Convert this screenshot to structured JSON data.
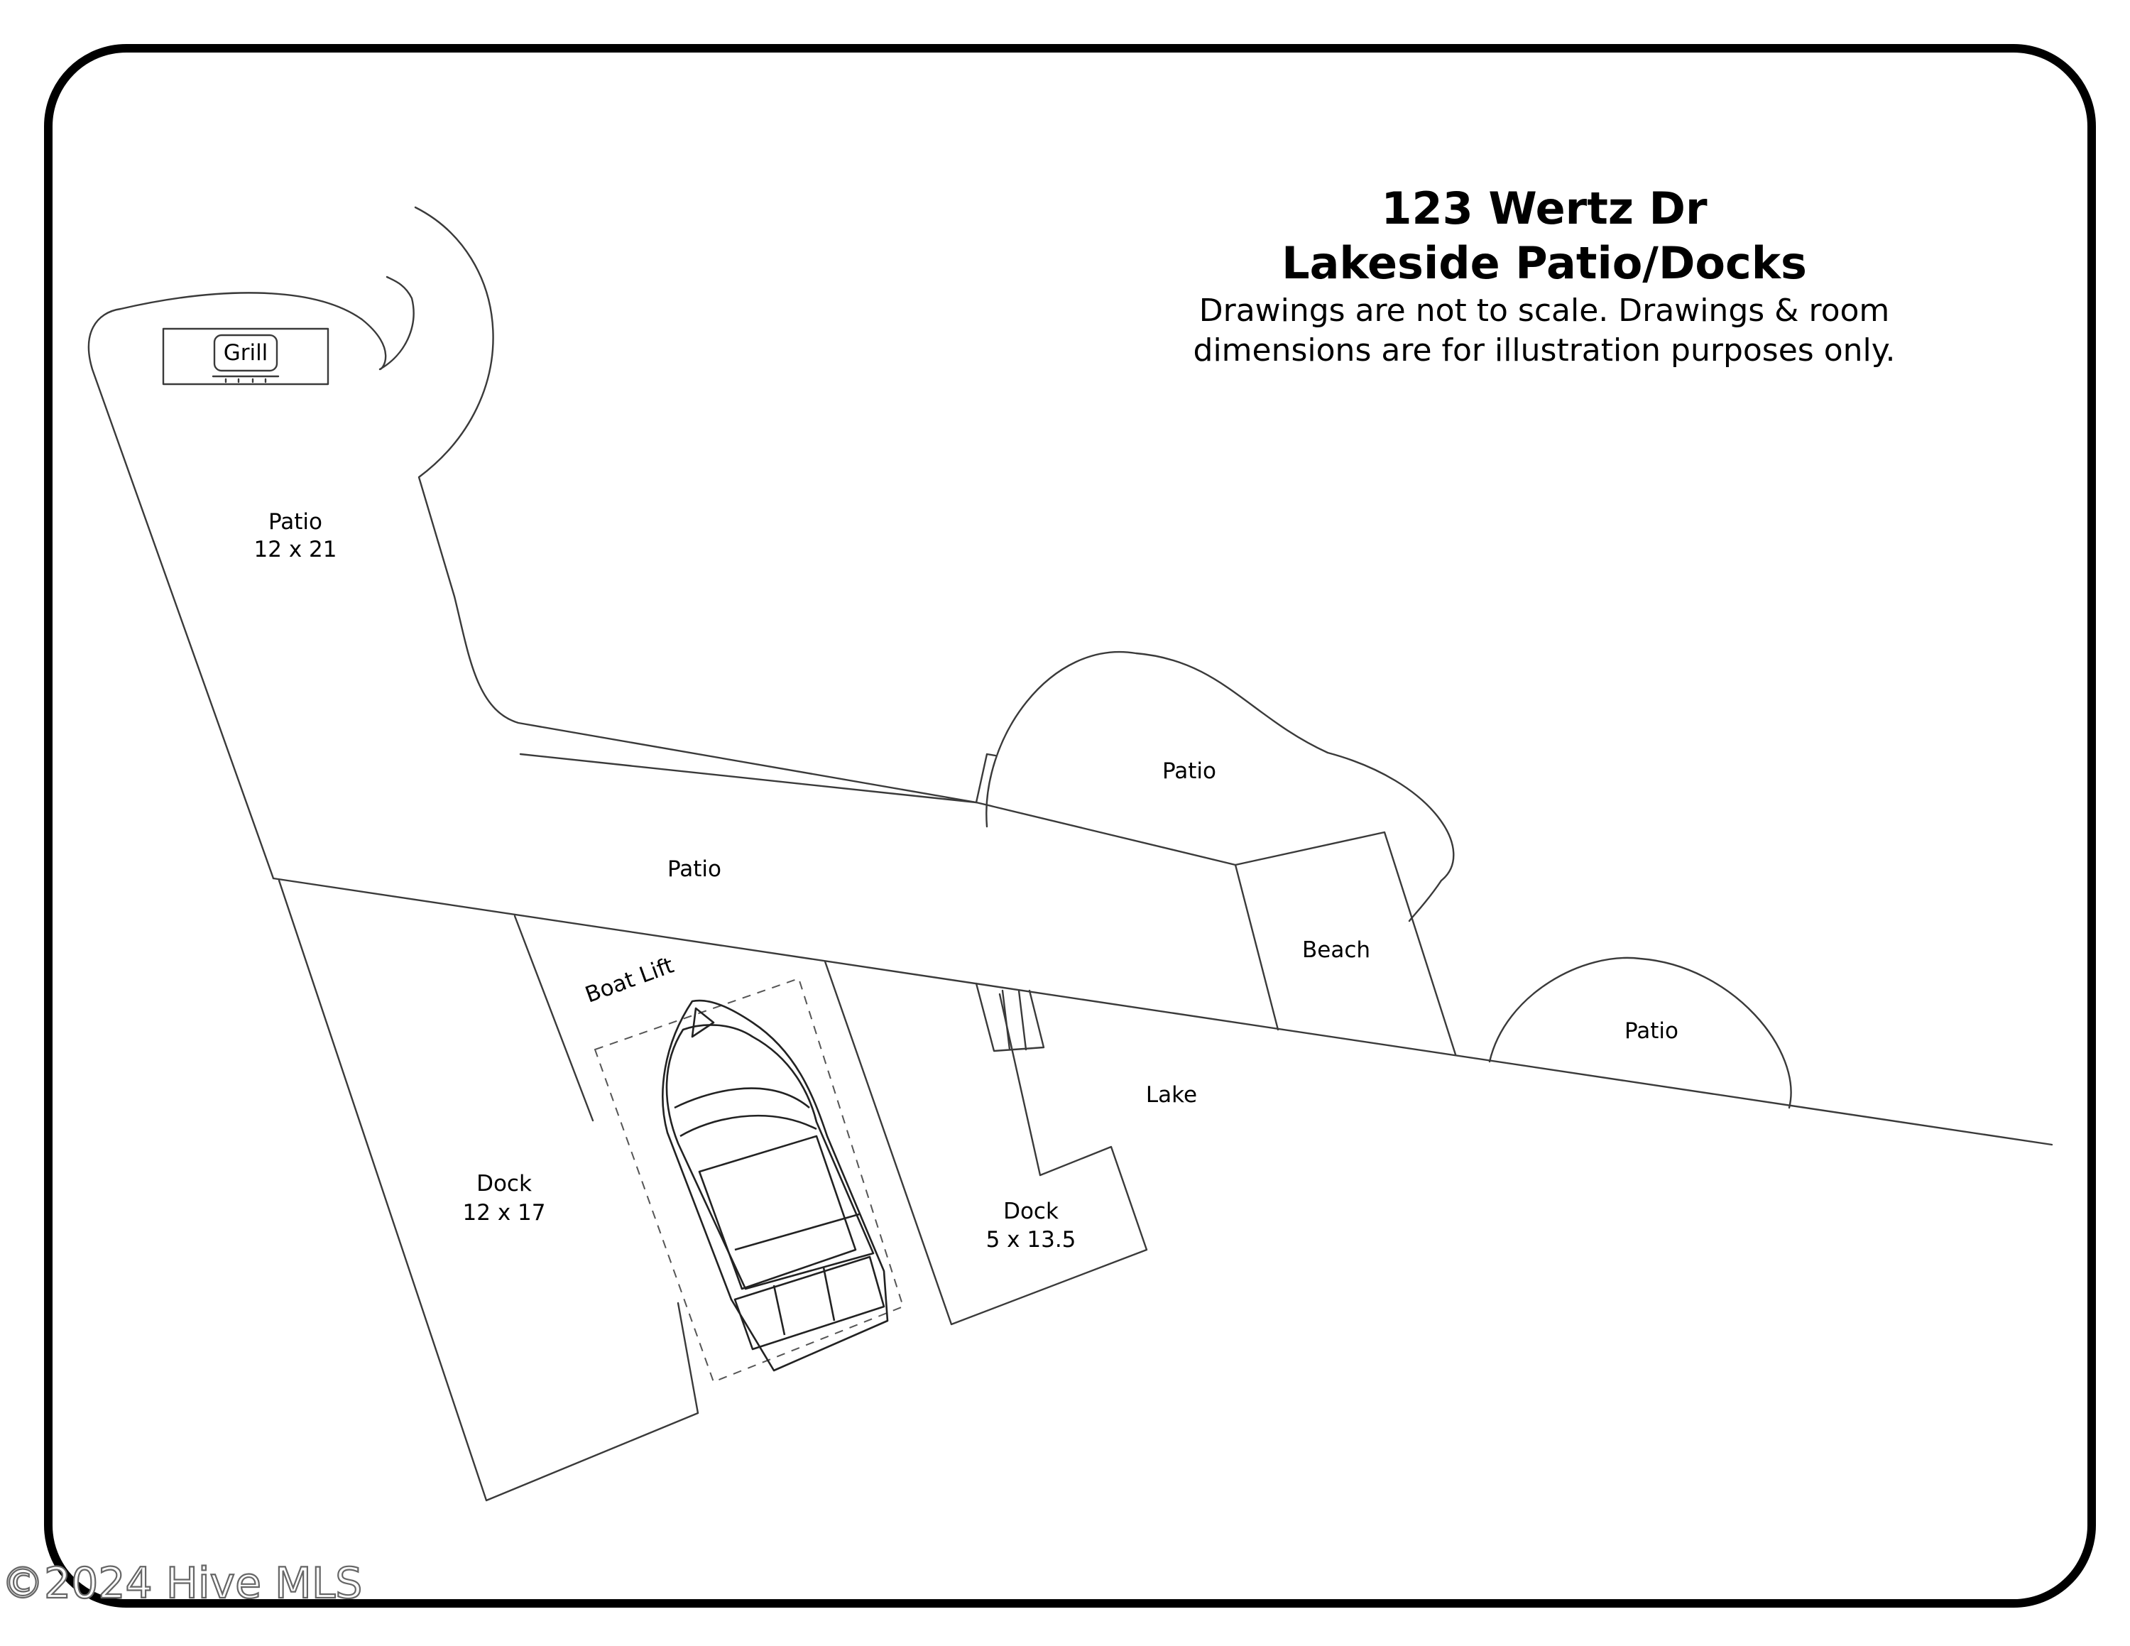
{
  "header": {
    "address": "123 Wertz Dr",
    "title": "Lakeside Patio/Docks",
    "disclaimer_line1": "Drawings are not to scale. Drawings & room",
    "disclaimer_line2": "dimensions are for illustration purposes only."
  },
  "areas": {
    "grill": "Grill",
    "patio_main_name": "Patio",
    "patio_main_dims": "12 x 21",
    "patio_round": "Patio",
    "patio_strip": "Patio",
    "patio_right": "Patio",
    "beach": "Beach",
    "boat_lift": "Boat Lift",
    "lake": "Lake",
    "dock_large_name": "Dock",
    "dock_large_dims": "12 x 17",
    "dock_small_name": "Dock",
    "dock_small_dims": "5 x 13.5"
  },
  "watermark": "©2024 Hive MLS"
}
